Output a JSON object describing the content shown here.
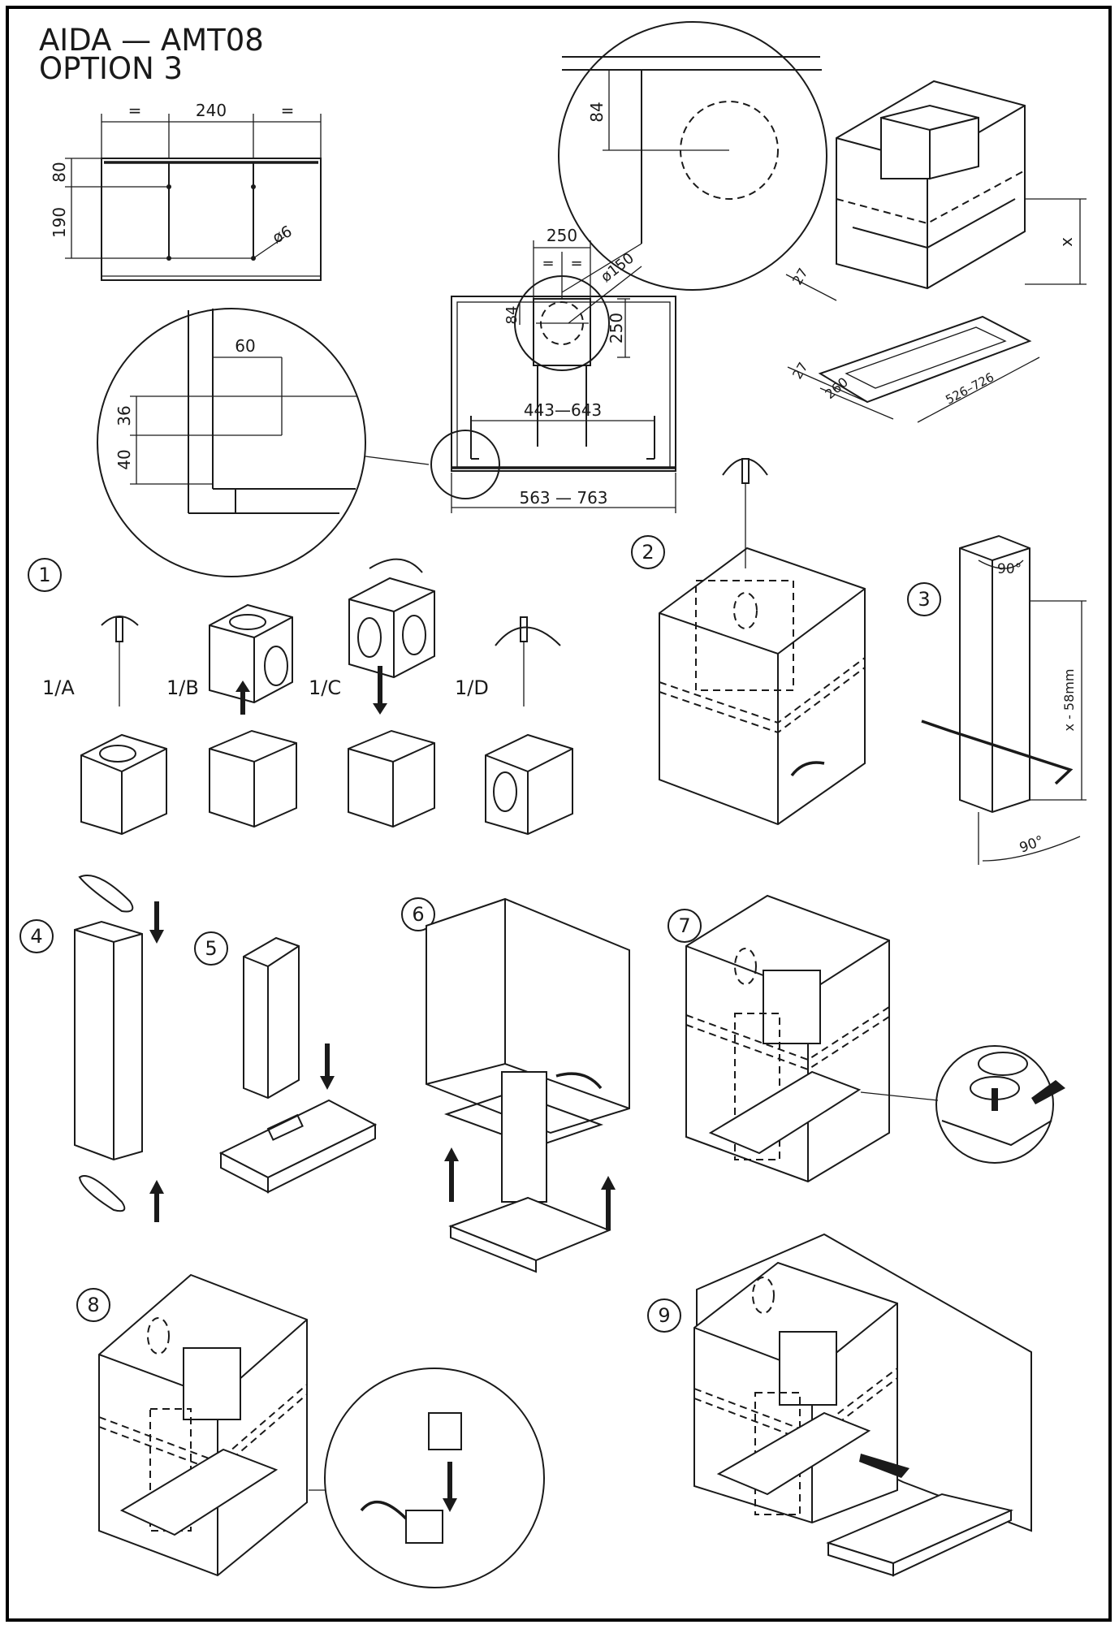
{
  "title": {
    "line1": "AIDA  —  AMT08",
    "line2": "OPTION  3"
  },
  "dims": {
    "eq1": "=",
    "w240": "240",
    "eq2": "=",
    "h80": "80",
    "h190": "190",
    "d6": "ø6",
    "h84": "84",
    "w250": "250",
    "eq3": "=",
    "eq4": "=",
    "d150": "ø150",
    "h84b": "84",
    "h250": "250",
    "w443": "443—643",
    "w563": "563  —  763",
    "w60": "60",
    "h36": "36",
    "h40": "40",
    "x": "x",
    "d27a": "27",
    "d27b": "27",
    "d260": "260",
    "d526": "526–726",
    "a90a": "90°",
    "a90b": "90°",
    "x58": "x - 58mm"
  },
  "steps": {
    "s1": "1",
    "s1a": "1/A",
    "s1b": "1/B",
    "s1c": "1/C",
    "s1d": "1/D",
    "s2": "2",
    "s3": "3",
    "s4": "4",
    "s5": "5",
    "s6": "6",
    "s7": "7",
    "s8": "8",
    "s9": "9"
  },
  "colors": {
    "ink": "#1a1a1a",
    "paper": "#ffffff",
    "frame": "#000000"
  }
}
